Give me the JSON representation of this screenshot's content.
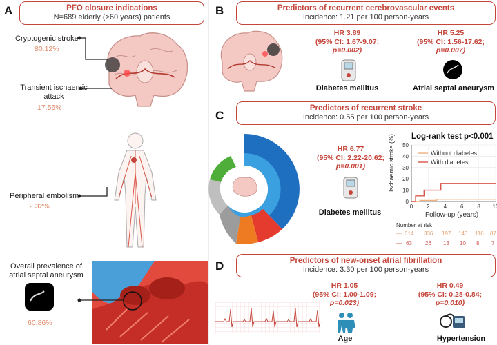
{
  "panelA": {
    "letter": "A",
    "title": "PFO closure indications",
    "subtitle": "N=689 elderly (>60 years) patients",
    "items": [
      {
        "label": "Cryptogenic stroke",
        "pct": "80.12%"
      },
      {
        "label": "Transient ischaemic attack",
        "pct": "17.56%"
      },
      {
        "label": "Peripheral embolism",
        "pct": "2.32%"
      },
      {
        "label": "Overall prevalence of atrial septal aneurysm",
        "pct": "60.86%"
      }
    ]
  },
  "panelB": {
    "letter": "B",
    "title": "Predictors of recurrent cerebrovascular events",
    "subtitle": "Incidence: 1.21 per 100 person-years",
    "predictors": [
      {
        "hr": "HR 3.89",
        "ci": "(95% CI: 1.67-9.07;",
        "p": "p=0.002)",
        "name": "Diabetes mellitus"
      },
      {
        "hr": "HR 5.25",
        "ci": "(95% CI: 1.56-17.62;",
        "p": "p=0.007)",
        "name": "Atrial septal aneurysm"
      }
    ]
  },
  "panelC": {
    "letter": "C",
    "title": "Predictors of recurrent stroke",
    "subtitle": "Incidence: 0.55 per 100 person-years",
    "predictor": {
      "hr": "HR 6.77",
      "ci": "(95% CI: 2.22-20.62;",
      "p": "p=0.001)",
      "name": "Diabetes mellitus"
    },
    "km": {
      "title": "Log-rank test p<0.001",
      "ylabel": "Ischaemic stroke (%)",
      "xlabel": "Follow-up (years)",
      "yticks": [
        "50",
        "40",
        "30",
        "20",
        "10",
        "0"
      ],
      "xticks": [
        "0",
        "2",
        "4",
        "6",
        "8",
        "10"
      ],
      "legend": [
        "Without diabetes",
        "With diabetes"
      ],
      "risk_title": "Number at risk",
      "risk_no_diab": [
        "614",
        "336",
        "197",
        "143",
        "116",
        "87"
      ],
      "risk_diab": [
        "63",
        "26",
        "13",
        "10",
        "8",
        "7"
      ]
    },
    "chart_data": {
      "type": "line",
      "title": "Log-rank test p<0.001",
      "xlabel": "Follow-up (years)",
      "ylabel": "Ischaemic stroke (%)",
      "xlim": [
        0,
        10
      ],
      "ylim": [
        0,
        50
      ],
      "series": [
        {
          "name": "Without diabetes",
          "x": [
            0,
            1,
            1,
            3,
            3,
            10
          ],
          "y": [
            0,
            0,
            1,
            1,
            2,
            2
          ],
          "color": "#f0b080"
        },
        {
          "name": "With diabetes",
          "x": [
            0,
            0.5,
            0.5,
            1.5,
            1.5,
            3.5,
            3.5,
            10
          ],
          "y": [
            0,
            0,
            5,
            5,
            10,
            10,
            16,
            16
          ],
          "color": "#d9564a"
        }
      ]
    }
  },
  "panelD": {
    "letter": "D",
    "title": "Predictors of new-onset atrial fibrillation",
    "subtitle": "Incidence: 3.30 per 100 person-years",
    "predictors": [
      {
        "hr": "HR 1.05",
        "ci": "(95% CI: 1.00-1.09;",
        "p": "p=0.023)",
        "name": "Age"
      },
      {
        "hr": "HR 0.49",
        "ci": "(95% CI: 0.28-0.84;",
        "p": "p=0.010)",
        "name": "Hypertension"
      }
    ]
  },
  "colors": {
    "accent": "#c4453a",
    "pct": "#e08a6a",
    "blue": "#1f6fc0",
    "green": "#4fae3a",
    "orange": "#ee7a22",
    "gray": "#bfbfbf"
  }
}
